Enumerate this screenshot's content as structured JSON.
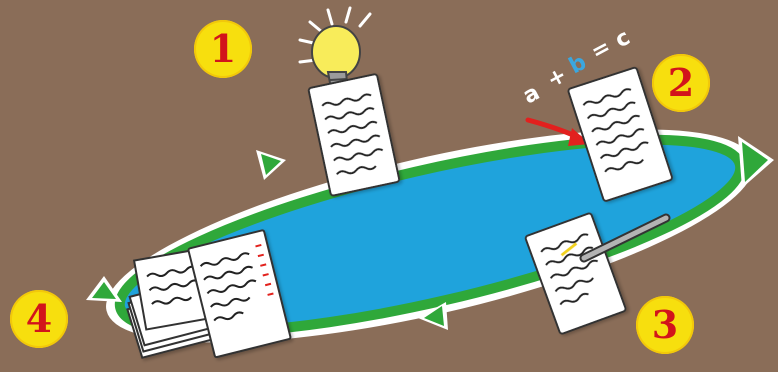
{
  "steps": [
    {
      "number": "1",
      "icon": "lightbulb-icon"
    },
    {
      "number": "2",
      "icon": "equation-icon"
    },
    {
      "number": "3",
      "icon": "pen-icon"
    },
    {
      "number": "4",
      "icon": "stacked-pages-icon"
    }
  ],
  "equation": {
    "a": "a",
    "plus": "+",
    "b": "b",
    "equals": "=",
    "c": "c"
  },
  "colors": {
    "background": "#8a6d58",
    "ellipse": "#1fa3dc",
    "arrow": "#2fa83a",
    "badge": "#f7df0e",
    "badge_text": "#d2141b"
  }
}
